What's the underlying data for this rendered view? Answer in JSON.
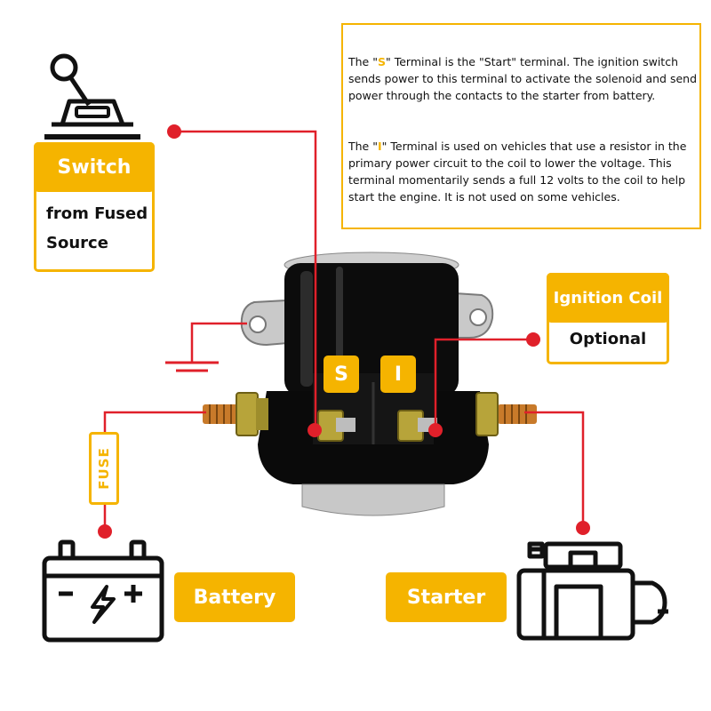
{
  "info": {
    "s_terminal": {
      "before": "The \"",
      "letter": "S",
      "after": "\" Terminal is the \"Start\" terminal. The ignition switch sends power to this terminal to activate the solenoid and send power through the contacts to the starter from battery."
    },
    "i_terminal": {
      "before": "The \"",
      "letter": "I",
      "after": "\" Terminal is used on vehicles that use a resistor in the primary power circuit to the coil to lower the voltage. This terminal momentarily sends a full 12 volts to the coil to help start the engine. It is not used on some vehicles."
    }
  },
  "switch": {
    "title": "Switch",
    "line1": "from Fused",
    "line2": "Source"
  },
  "ignition_coil": {
    "title": "Ignition Coil",
    "subtitle": "Optional"
  },
  "terminals": {
    "s": "S",
    "i": "I"
  },
  "fuse": "FUSE",
  "battery": {
    "label": "Battery"
  },
  "starter": {
    "label": "Starter"
  },
  "colors": {
    "accent": "#f5b400",
    "wire": "#e0202a",
    "solenoid": "#0c0c0c",
    "icon": "#111111"
  }
}
